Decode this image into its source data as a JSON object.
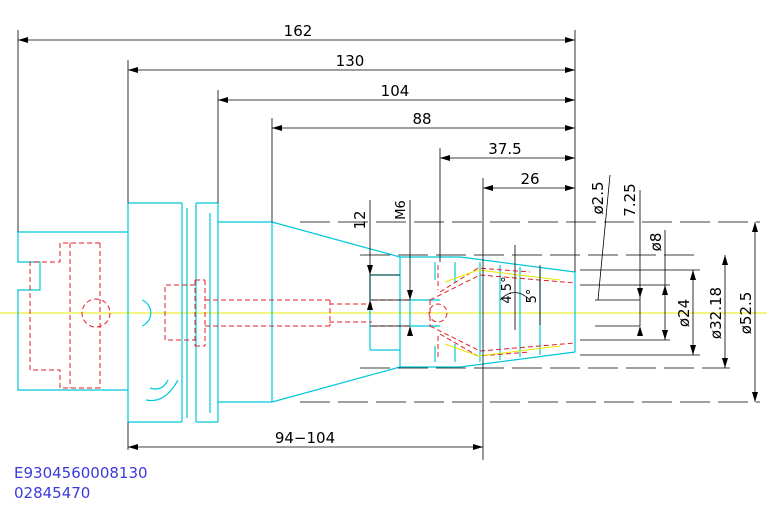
{
  "colors": {
    "outline": "#00c8d8",
    "hidden": "#e0202a",
    "centerline": "#e8e800",
    "dimension": "#000000",
    "part_number": "#3a3adc"
  },
  "dimensions": {
    "overall_length": "162",
    "flange_length": "130",
    "body_length": "104",
    "cone_length": "88",
    "nut_length": "37.5",
    "collet_length": "26",
    "thread_depth": "12",
    "thread_size": "M6",
    "adjust_range": "94−104",
    "angle_4_5": "4.5°",
    "angle_5": "5°",
    "dia_2_5": "ø2.5",
    "dia_7_25": "7.25",
    "dia_8": "ø8",
    "dia_24": "ø24",
    "dia_32_18": "ø32.18",
    "dia_52_5": "ø52.5"
  },
  "part_numbers": {
    "line1": "E9304560008130",
    "line2": "02845470"
  }
}
